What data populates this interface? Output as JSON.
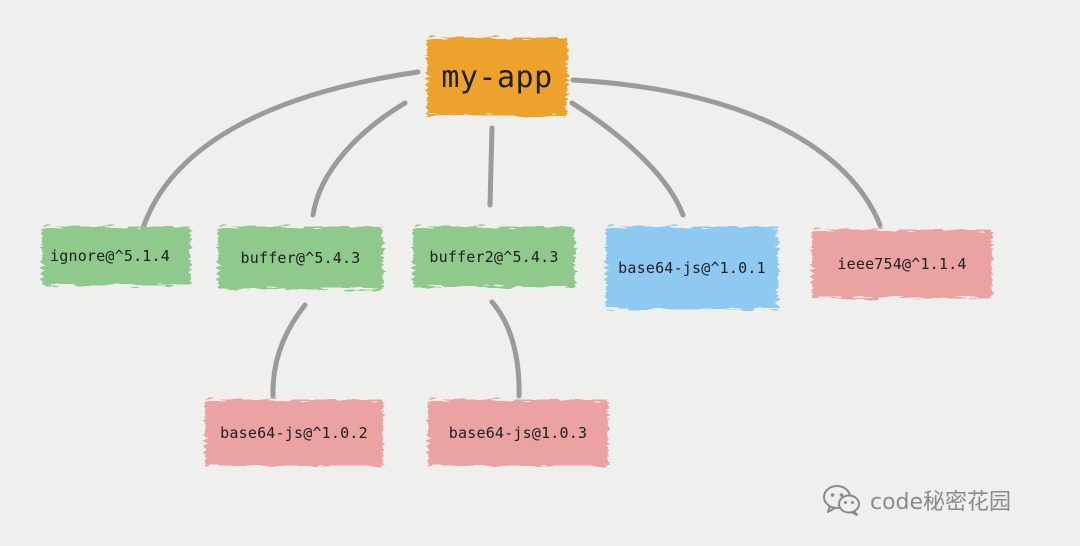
{
  "colors": {
    "background": "#efefed",
    "edge": "#9b9b9b",
    "root": "#eda22e",
    "dependency": "#8fc98c",
    "shared": "#8ec9f2",
    "conflict": "#eba2a2"
  },
  "nodes": {
    "root": {
      "label": "my-app",
      "color": "root"
    },
    "ignore": {
      "label": "ignore@^5.1.4",
      "color": "dependency"
    },
    "buffer": {
      "label": "buffer@^5.4.3",
      "color": "dependency"
    },
    "buffer2": {
      "label": "buffer2@^5.4.3",
      "color": "dependency"
    },
    "base64_top": {
      "label": "base64-js@^1.0.1",
      "color": "shared"
    },
    "ieee754": {
      "label": "ieee754@^1.1.4",
      "color": "conflict"
    },
    "base64_sub1": {
      "label": "base64-js@^1.0.2",
      "color": "conflict"
    },
    "base64_sub2": {
      "label": "base64-js@1.0.3",
      "color": "conflict"
    }
  },
  "edges": [
    {
      "from": "root",
      "to": "ignore"
    },
    {
      "from": "root",
      "to": "buffer"
    },
    {
      "from": "root",
      "to": "buffer2"
    },
    {
      "from": "root",
      "to": "base64_top"
    },
    {
      "from": "root",
      "to": "ieee754"
    },
    {
      "from": "buffer",
      "to": "base64_sub1"
    },
    {
      "from": "buffer2",
      "to": "base64_sub2"
    }
  ],
  "watermark": {
    "icon": "wechat-icon",
    "text": "code秘密花园"
  }
}
